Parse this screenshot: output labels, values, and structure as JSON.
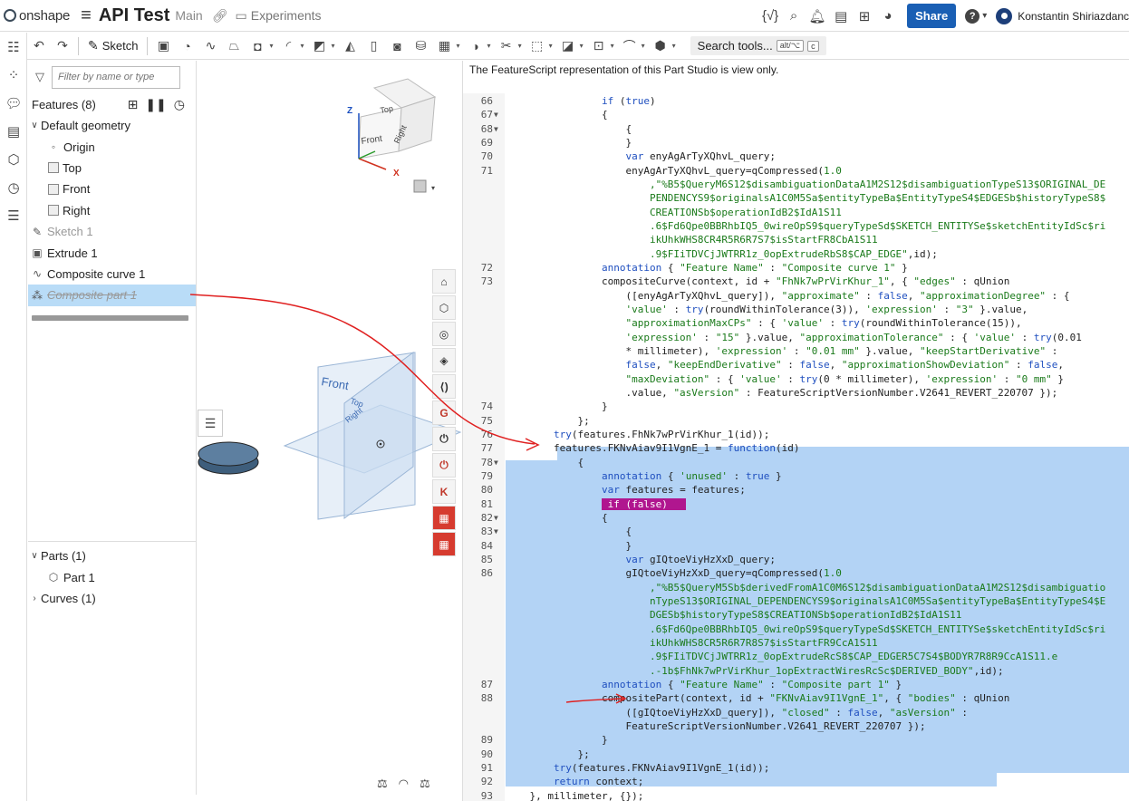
{
  "topbar": {
    "logo_text": "onshape",
    "doc_title": "API Test",
    "branch": "Main",
    "folder": "Experiments",
    "share_label": "Share",
    "user_name": "Konstantin Shiriazdanc"
  },
  "toolbar": {
    "sketch_label": "Sketch",
    "search_label": "Search tools...",
    "search_kbd_1": "alt/⌥",
    "search_kbd_2": "c"
  },
  "feature_panel": {
    "filter_placeholder": "Filter by name or type",
    "features_header": "Features (8)",
    "default_geometry": "Default geometry",
    "origin": "Origin",
    "top": "Top",
    "front": "Front",
    "right": "Right",
    "sketch1": "Sketch 1",
    "extrude1": "Extrude 1",
    "composite_curve1": "Composite curve 1",
    "composite_part1": "Composite part 1",
    "parts": "Parts (1)",
    "part1": "Part 1",
    "curves": "Curves (1)"
  },
  "viewport": {
    "front_label": "Front",
    "top_label": "Top",
    "right_label": "Right",
    "cube_top": "Top",
    "cube_front": "Front",
    "cube_right": "Right",
    "axis_x": "X",
    "axis_z": "Z"
  },
  "code_panel": {
    "notice": "The FeatureScript representation of this Part Studio is view only."
  }
}
